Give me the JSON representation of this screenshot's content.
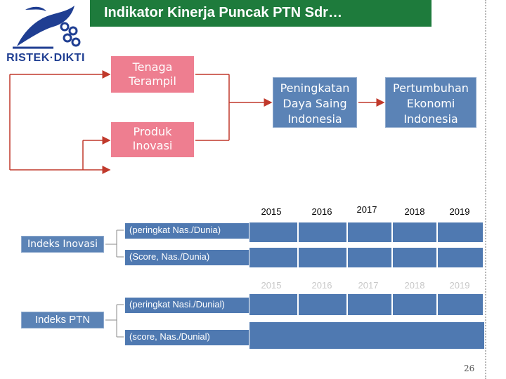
{
  "header": {
    "title": "Indikator Kinerja Puncak PTN Sdr…"
  },
  "logo": {
    "text": "RISTEK·DIKTI"
  },
  "flow": {
    "tenaga_terampil": "Tenaga\nTerampil",
    "produk_inovasi": "Produk\nInovasi",
    "daya_saing": "Peningkatan\nDaya Saing\nIndonesia",
    "pertumbuhan": "Pertumbuhan\nEkonomi\nIndonesia"
  },
  "inovasi": {
    "label": "Indeks Inovasi",
    "years": [
      "2015",
      "2016",
      "2017",
      "2018",
      "2019"
    ],
    "row1": "(peringkat  Nas./Dunia)",
    "row2": "(Score,  Nas./Dunia)"
  },
  "ptn": {
    "label": "Indeks PTN",
    "years": [
      "2015",
      "2016",
      "2017",
      "2018",
      "2019"
    ],
    "row1": "(peringkat Nasi./Dunial)",
    "row2": "(score, Nas./Dunial)"
  },
  "footer": {
    "page_number": "26"
  },
  "colors": {
    "title_bg": "#1e7b3c",
    "pink": "#ee7e90",
    "blue": "#4f79b1",
    "arrow": "#c0392b"
  }
}
